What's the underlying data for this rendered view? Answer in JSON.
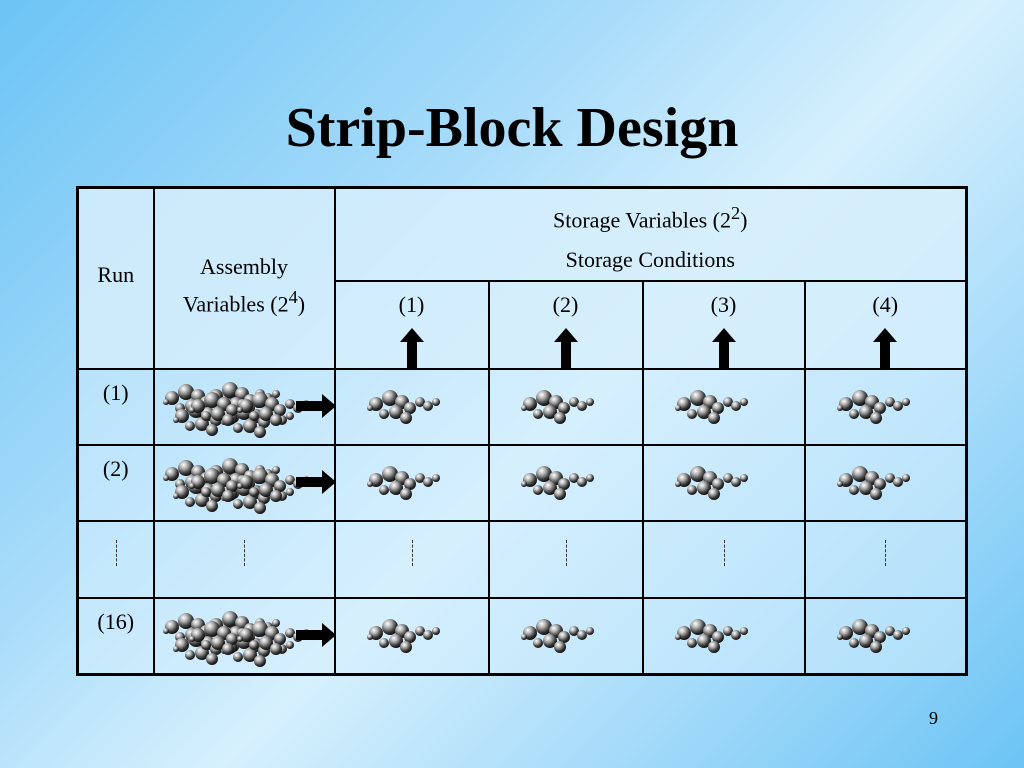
{
  "slide": {
    "title": "Strip-Block Design",
    "page_number": "9"
  },
  "table": {
    "run_header": "Run",
    "assembly_header": [
      "Assembly",
      "Variables (2",
      "4",
      ")"
    ],
    "storage_header": [
      "Storage Variables (2",
      "2",
      ")"
    ],
    "storage_conditions_header": "Storage Conditions",
    "conditions": [
      "(1)",
      "(2)",
      "(3)",
      "(4)"
    ],
    "runs": [
      "(1)",
      "(2)",
      "(16)"
    ]
  },
  "icons": {
    "cluster": "molecule-cluster-icon",
    "arrow_right": "arrow-right-icon",
    "arrow_up": "arrow-up-icon",
    "ellipsis": "vertical-dots-icon"
  },
  "colors": {
    "background_light": "#d6f0fd",
    "background_dark": "#6cc4f5",
    "grid": "#000000"
  }
}
